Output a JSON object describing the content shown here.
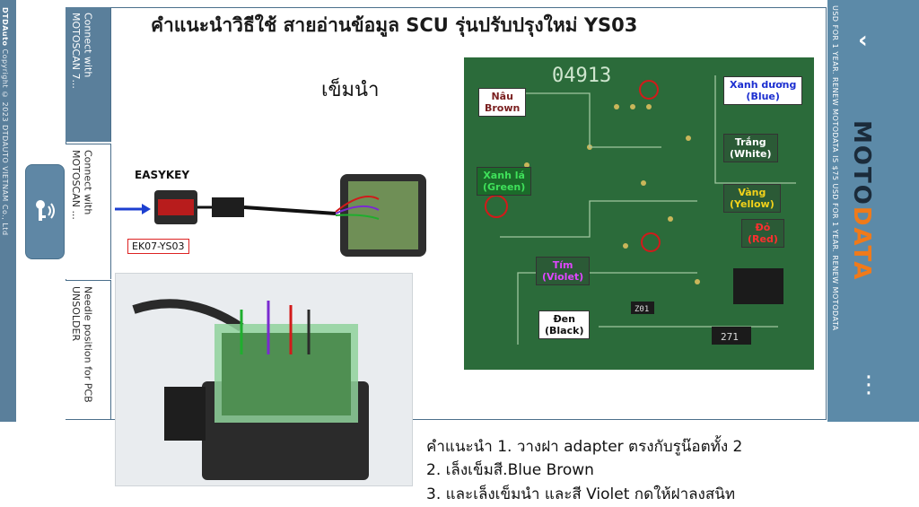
{
  "left_bar": {
    "brand": "DTDAuto",
    "copyright": "Copyright © 2023 DTDAUTO VIETNAM Co., Ltd"
  },
  "tabs": [
    {
      "label": "Connect with MOTOSCAN 7..."
    },
    {
      "label": "Connect with MOTOSCAN ..."
    },
    {
      "label": "Needle position for PCB UNSOLDER"
    }
  ],
  "title": "คำแนะนำวิธีใช้ สายอ่านข้อมูล SCU รุ่นปรับปรุงใหม่ YS03",
  "needle_label": "เข็มนำ",
  "device": {
    "easykey": "EASYKEY",
    "part": "EK07-YS03"
  },
  "pcb": {
    "chip_id": "04913",
    "labels": [
      {
        "name": "Nâu",
        "en": "Brown",
        "color": "#7a1f1f"
      },
      {
        "name": "Xanh dương",
        "en": "(Blue)",
        "color": "#1c2fd0"
      },
      {
        "name": "Xanh lá",
        "en": "(Green)",
        "color": "#1fae2e"
      },
      {
        "name": "Trắng",
        "en": "(White)",
        "color": "#ffffff"
      },
      {
        "name": "Vàng",
        "en": "(Yellow)",
        "color": "#e3c20b"
      },
      {
        "name": "Đỏ",
        "en": "(Red)",
        "color": "#d61a1a"
      },
      {
        "name": "Tím",
        "en": "(Violet)",
        "color": "#8a1c9b"
      },
      {
        "name": "Đen",
        "en": "(Black)",
        "color": "#111111"
      }
    ],
    "chip_text": [
      "Z01",
      "271"
    ]
  },
  "right_bar": {
    "notice": "USD FOR 1 YEAR.    RENEW MOTODATA IS $75 USD FOR 1 YEAR.    RENEW MOTODATA",
    "logo_a": "MOTO",
    "logo_b": "DATA",
    "chevron": "‹",
    "dots": "⋮"
  },
  "instructions": [
    "คำแนะนำ 1. วางฝา adapter ตรงกับรูน๊อตทั้ง 2",
    "2. เล็งเข็มสี.Blue Brown",
    "3. และเล็งเข็มนำ และสี Violet กดให้ฝาลงสนิท"
  ]
}
